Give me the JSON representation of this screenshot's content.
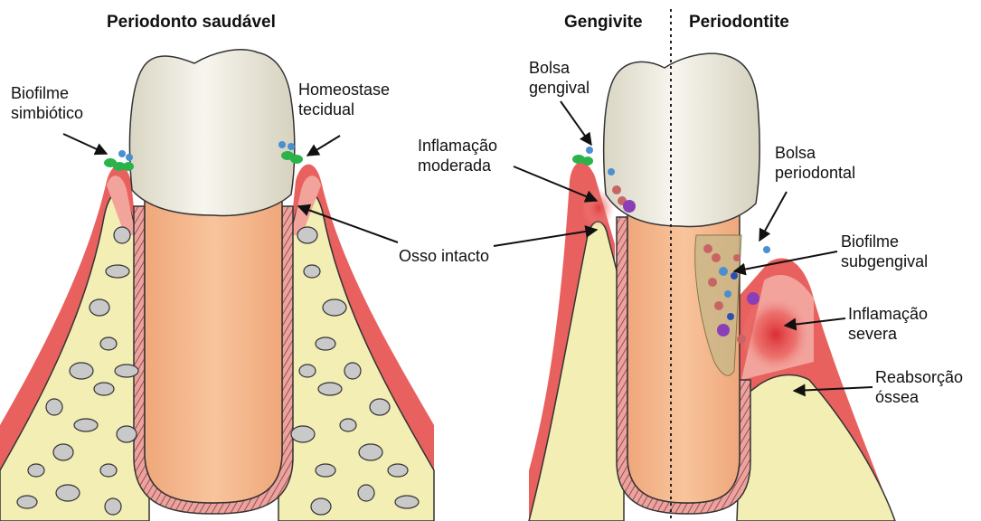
{
  "titles": {
    "healthy": "Periodonto saudável",
    "gingivitis": "Gengivite",
    "periodontitis": "Periodontite"
  },
  "labels": {
    "biofilm_symbiotic": [
      "Biofilme",
      "simbiótico"
    ],
    "homeostasis": [
      "Homeostase",
      "tecidual"
    ],
    "intact_bone": "Osso intacto",
    "gingival_pocket": [
      "Bolsa",
      "gengival"
    ],
    "moderate_inflammation": [
      "Inflamação",
      "moderada"
    ],
    "periodontal_pocket": [
      "Bolsa",
      "periodontal"
    ],
    "subgingival_biofilm": [
      "Biofilme",
      "subgengival"
    ],
    "severe_inflammation": [
      "Inflamação",
      "severa"
    ],
    "bone_resorption": [
      "Reabsorção",
      "óssea"
    ]
  },
  "colors": {
    "gum": "#e8615f",
    "gum_inner": "#f2a39c",
    "bone": "#f2eeb4",
    "bone_holes": "#c9c9c9",
    "root": "#f5b98d",
    "crown": "#ede9dc",
    "ligament": "#c97676",
    "biofilm_green": "#2bb34a",
    "biofilm_blue": "#4a8fd0",
    "bacteria_purple": "#8a3fb8",
    "inflammation": "#d9272e"
  }
}
